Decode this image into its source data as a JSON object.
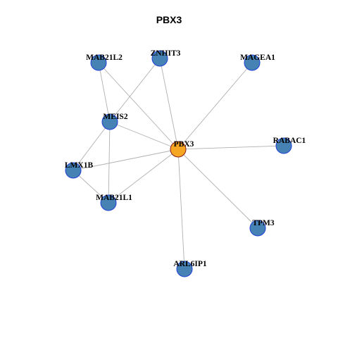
{
  "title": "PBX3",
  "colors": {
    "center_fill": "#f5a623",
    "center_stroke": "#8b1a1a",
    "node_fill": "#4682b4",
    "node_stroke": "#1f3fd6",
    "edge": "#b0b0b0"
  },
  "network": {
    "nodes": [
      {
        "id": "PBX3",
        "role": "center"
      },
      {
        "id": "MAB21L2"
      },
      {
        "id": "ZNHIT3"
      },
      {
        "id": "MAGEA1"
      },
      {
        "id": "MEIS2"
      },
      {
        "id": "RABAC1"
      },
      {
        "id": "LMX1B"
      },
      {
        "id": "MAB21L1"
      },
      {
        "id": "TPM3"
      },
      {
        "id": "ARL6IP1"
      }
    ],
    "edges": [
      [
        "MAB21L2",
        "MEIS2"
      ],
      [
        "MAB21L2",
        "PBX3"
      ],
      [
        "ZNHIT3",
        "MEIS2"
      ],
      [
        "ZNHIT3",
        "PBX3"
      ],
      [
        "MAGEA1",
        "PBX3"
      ],
      [
        "MEIS2",
        "PBX3"
      ],
      [
        "MEIS2",
        "LMX1B"
      ],
      [
        "MEIS2",
        "MAB21L1"
      ],
      [
        "PBX3",
        "RABAC1"
      ],
      [
        "PBX3",
        "LMX1B"
      ],
      [
        "PBX3",
        "MAB21L1"
      ],
      [
        "PBX3",
        "TPM3"
      ],
      [
        "PBX3",
        "ARL6IP1"
      ],
      [
        "LMX1B",
        "MAB21L1"
      ]
    ]
  }
}
